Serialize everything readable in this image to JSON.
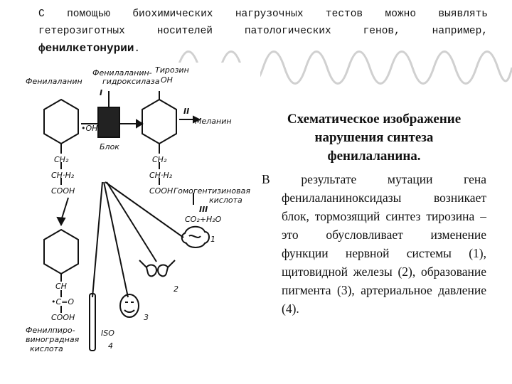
{
  "intro": {
    "line1": "С помощью биохимических нагрузочных тестов можно выявлять",
    "line2": "гетерозиготных носителей патологических генов, например,",
    "bold_word": "фенилкетонурии",
    "trailing": "."
  },
  "diagram": {
    "labels": {
      "phenylalanine": "Фенилаланин",
      "enzyme_line1": "Фенилаланин-",
      "enzyme_line2": "гидроксилаза",
      "roman_one": "I",
      "tyrosine_line1": "Тирозин",
      "tyrosine_line2": "ОН",
      "roman_two": "II",
      "melanin": "Меланин",
      "oh": "•ОН",
      "block": "Блок",
      "ch2_left": "СН₂",
      "chnh2_left": "СН·Н₂",
      "cooh_left": "СООН",
      "ch2_right": "СН₂",
      "chnh2_right": "СН·Н₂",
      "cooh_right": "СООН",
      "homogentisic_line1": "Гомогентизиновая",
      "homogentisic_line2": "кислота",
      "roman_three": "III",
      "co2": "СО₂+Н₂О",
      "num_one": "1",
      "num_two": "2",
      "num_three": "3",
      "num_four": "4",
      "ch_bottom": "СН",
      "co_bottom": "•С=О",
      "cooh_bottom": "СООН",
      "phenylpyruvic_line1": "Фенилпиро-",
      "phenylpyruvic_line2": "виноградная",
      "phenylpyruvic_line3": "кислота",
      "iso": "ISO"
    }
  },
  "text_block": {
    "heading_line1": "Схематическое изображение",
    "heading_line2": "нарушения синтеза",
    "heading_line3": "фенилаланина.",
    "body": "В результате мутации гена фенилаланиноксидазы возникает блок, тормозящий синтез тирозина – это обусловливает изменение функции нервной системы (1), щитовидной железы (2), образование пигмента (3), артериальное давление (4)."
  }
}
